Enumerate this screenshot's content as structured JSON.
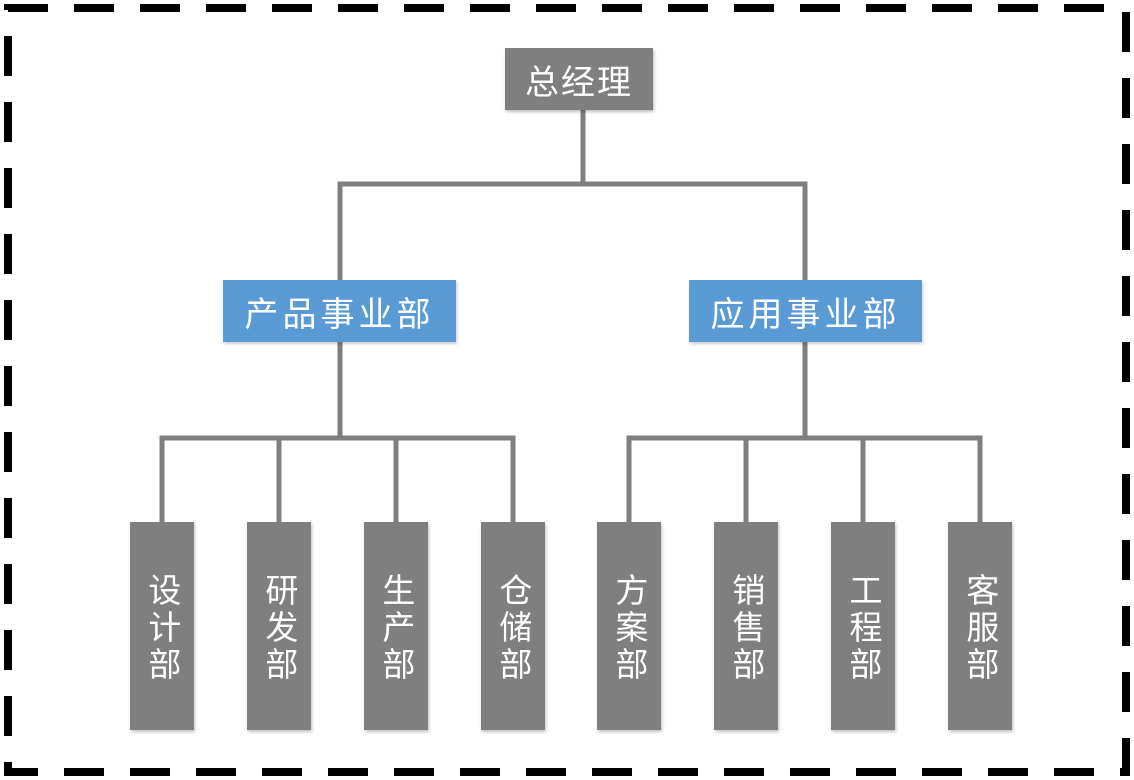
{
  "org_chart": {
    "root": {
      "label": "总经理"
    },
    "divisions": [
      {
        "label": "产品事业部",
        "departments": [
          "设计部",
          "研发部",
          "生产部",
          "仓储部"
        ]
      },
      {
        "label": "应用事业部",
        "departments": [
          "方案部",
          "销售部",
          "工程部",
          "客服部"
        ]
      }
    ]
  },
  "colors": {
    "root_box": "#7f7f7f",
    "division_box": "#5b9bd5",
    "department_box": "#7f7f7f",
    "connector": "#7f7f7f",
    "border_dash": "#000000"
  }
}
